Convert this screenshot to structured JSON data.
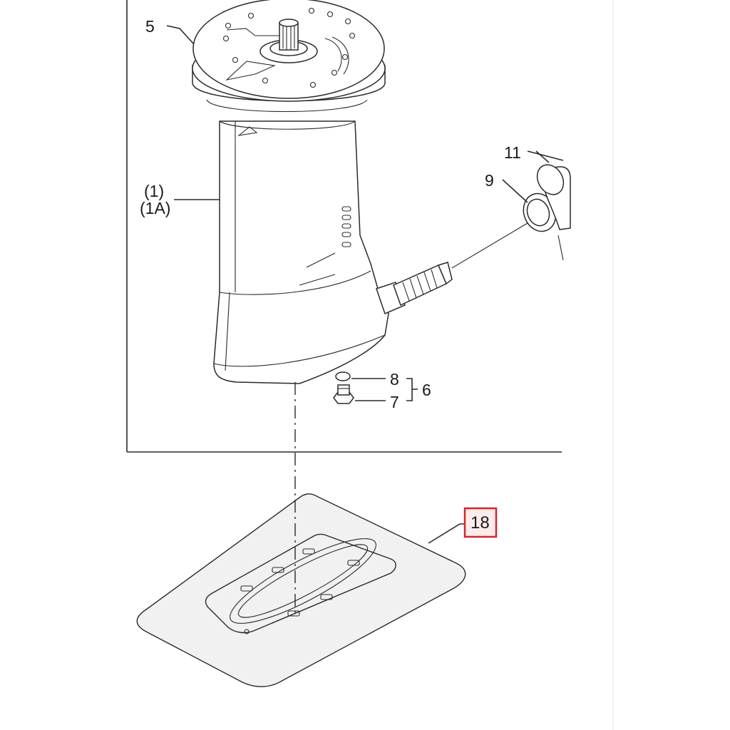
{
  "diagram": {
    "callouts": {
      "part_5": "5",
      "part_1": "(1)",
      "part_1a": "(1A)",
      "part_11": "11",
      "part_9": "9",
      "part_8": "8",
      "part_7": "7",
      "part_6": "6",
      "part_18": "18"
    },
    "highlight_color": "#d9232a",
    "highlight_fill": "#fdecec"
  }
}
